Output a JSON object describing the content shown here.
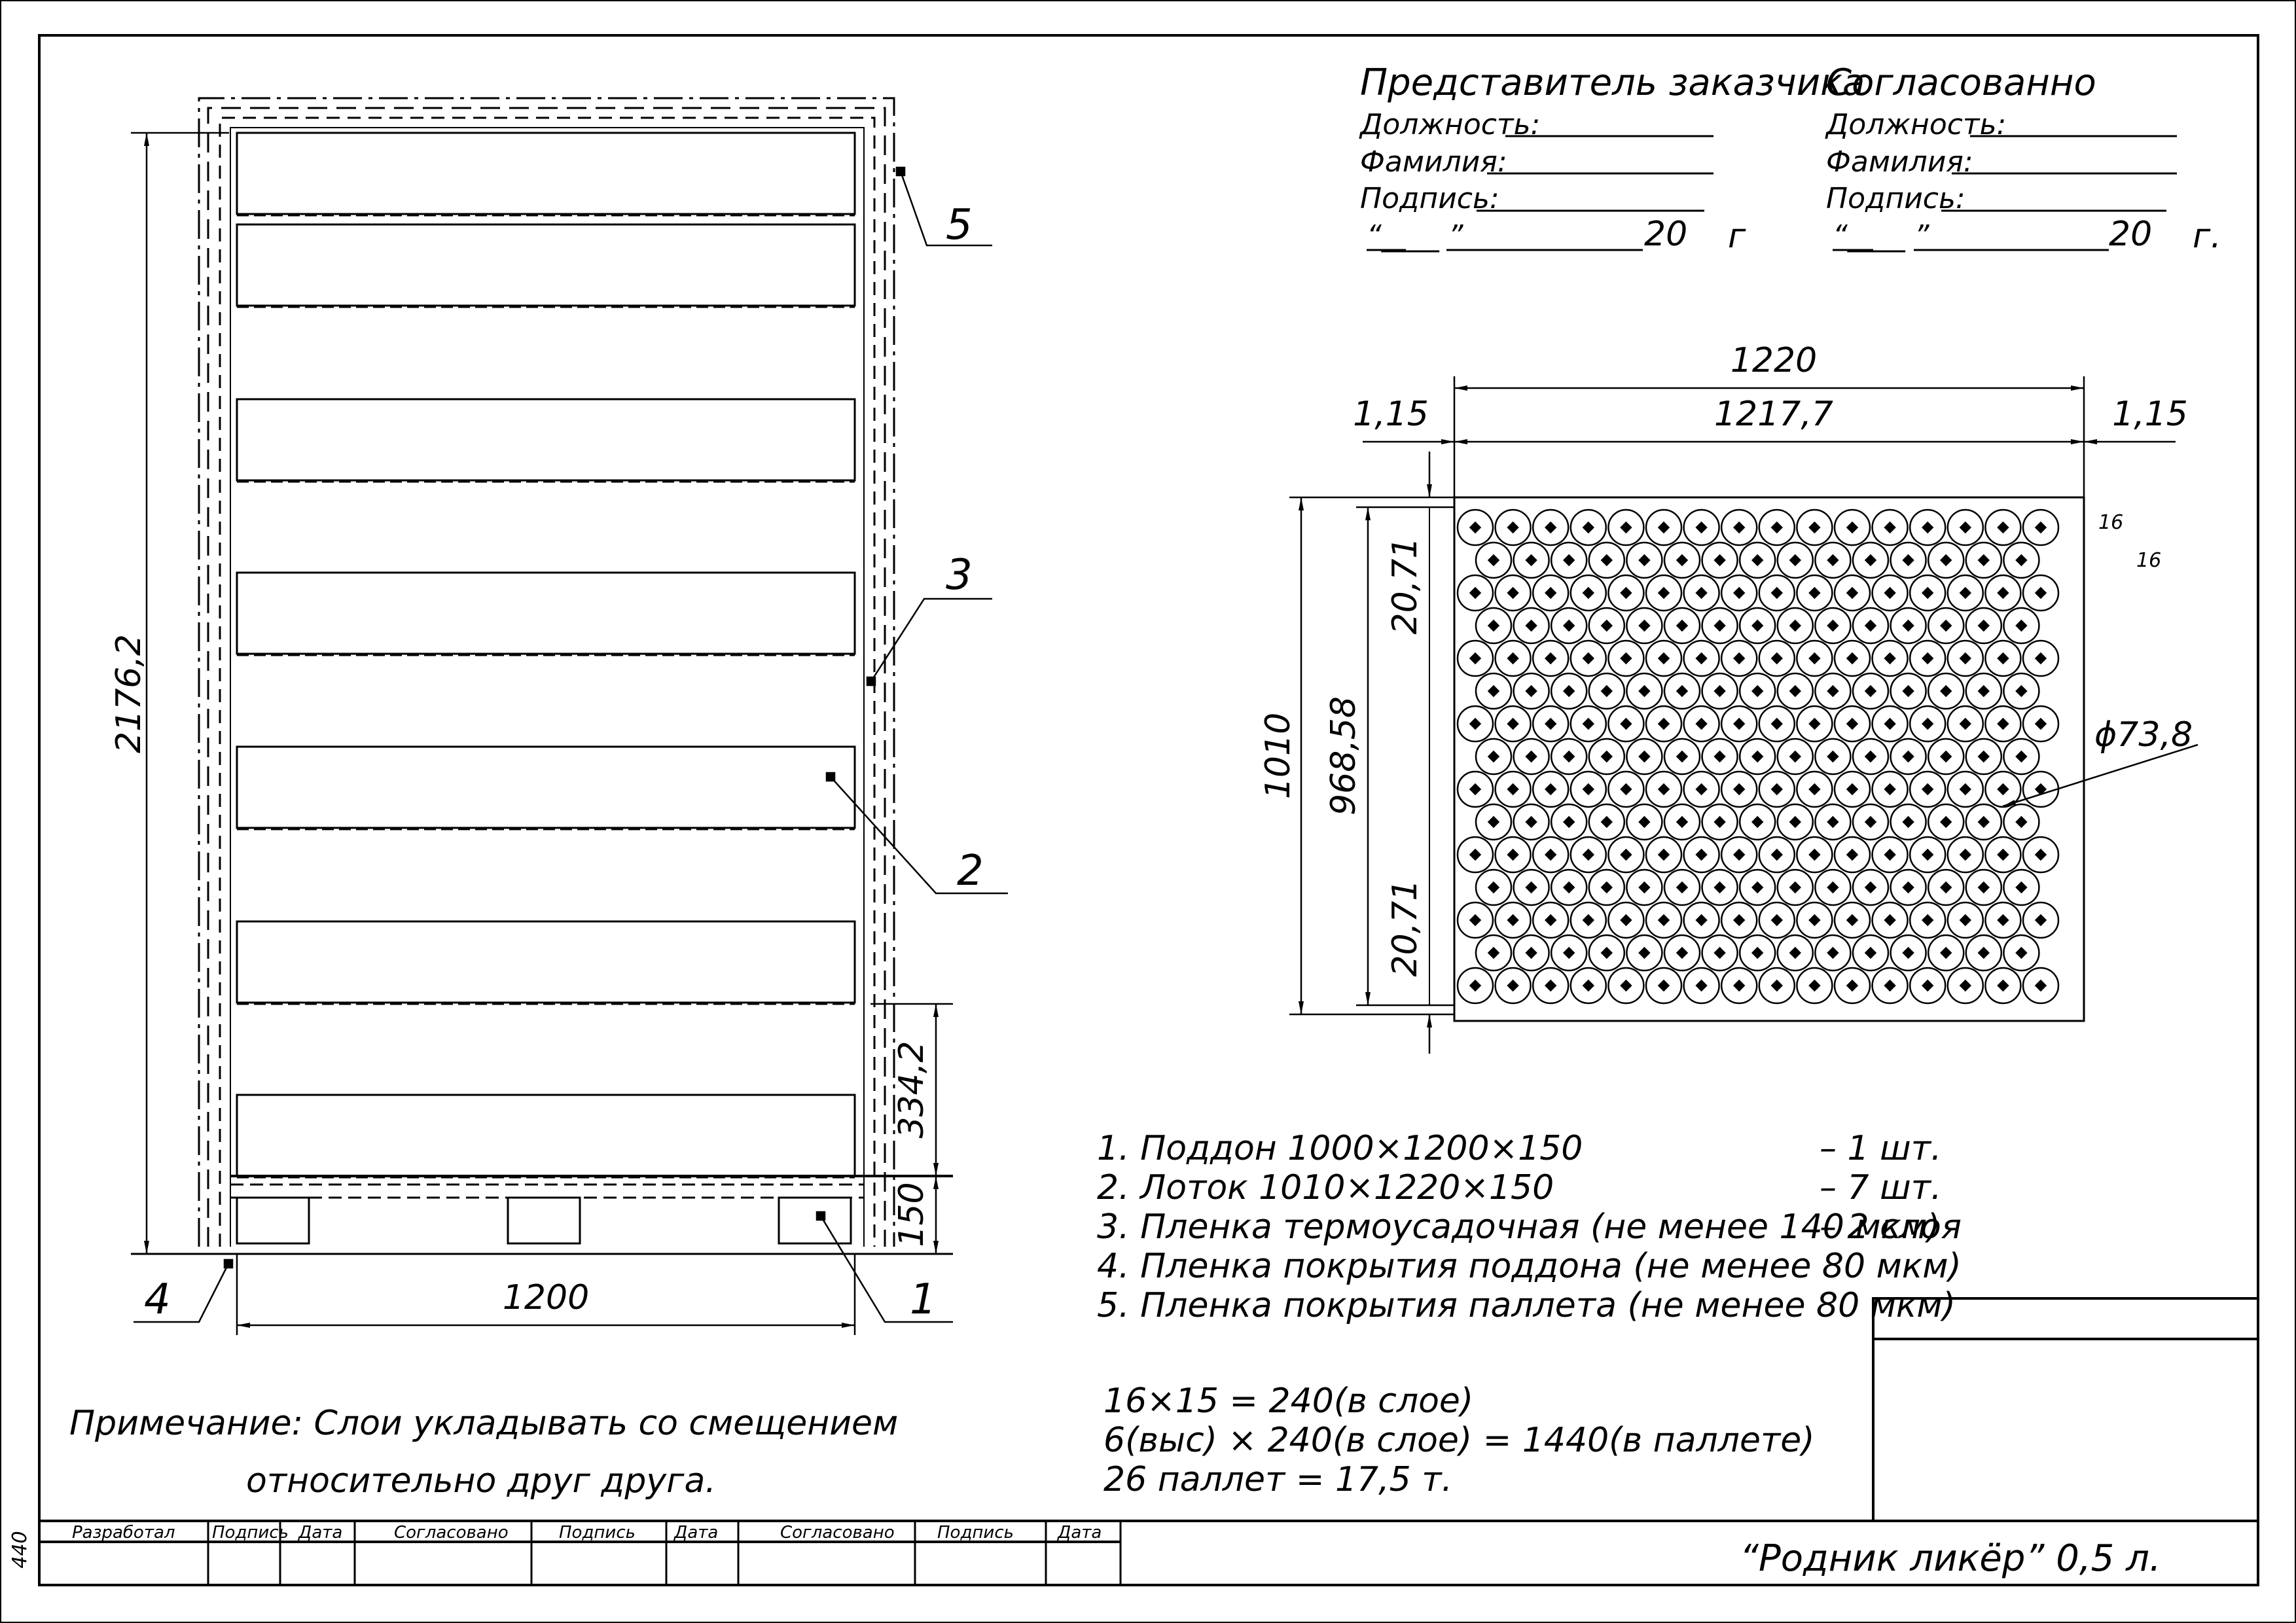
{
  "signatures": {
    "customer": {
      "title": "Представитель заказчика",
      "position": "Должность:",
      "surname": "Фамилия:",
      "signature": "Подпись:",
      "date_quote": "“____ ”",
      "year": "20",
      "year_suffix": "г"
    },
    "approved": {
      "title": "Согласованно",
      "position": "Должность:",
      "surname": "Фамилия:",
      "signature": "Подпись:",
      "date_quote": "“____ ”",
      "year": "20",
      "year_suffix": "г."
    }
  },
  "side_view": {
    "dim_height": "2176,2",
    "dim_width": "1200",
    "dim_tray": "334,2",
    "dim_pallet": "150",
    "callouts": [
      "1",
      "2",
      "3",
      "4",
      "5"
    ]
  },
  "top_view": {
    "dim_total_width": "1220",
    "dim_inner_width": "1217,7",
    "dim_gap_left": "1,15",
    "dim_gap_right": "1,15",
    "dim_total_height": "1010",
    "dim_inner_height": "968,58",
    "dim_offset_top": "20,71",
    "dim_offset_bottom": "20,71",
    "dim_diameter": "ϕ73,8",
    "row_count_label": "16",
    "col_count_label": "16",
    "grid": {
      "rows": 15,
      "cols_full": 16,
      "cols_short": 15
    }
  },
  "spec": {
    "items": [
      {
        "text": "1.  Поддон 1000×1200×150",
        "qty": "–  1 шт."
      },
      {
        "text": "2.  Лоток 1010×1220×150",
        "qty": "–  7 шт."
      },
      {
        "text": "3.  Пленка термоусадочная (не менее 140 мкм)",
        "qty": "– 2 слоя"
      },
      {
        "text": "4.  Пленка покрытия поддона (не менее 80 мкм)",
        "qty": ""
      },
      {
        "text": "5.  Пленка покрытия паллета (не менее 80 мкм)",
        "qty": ""
      }
    ],
    "calc": [
      "16×15 = 240(в слое)",
      "6(выс) × 240(в слое) = 1440(в паллете)",
      "26 паллет = 17,5 т."
    ]
  },
  "note": {
    "line1": "Примечание: Слои укладывать со смещением",
    "line2": "относительно друг друга."
  },
  "title_block": {
    "headers": [
      "Разработал",
      "Подпись",
      "Дата",
      "Согласовано",
      "Подпись",
      "Дата",
      "Согласовано",
      "Подпись",
      "Дата"
    ],
    "product": "“Родник ликёр”  0,5 л.",
    "margin_number": "440"
  }
}
